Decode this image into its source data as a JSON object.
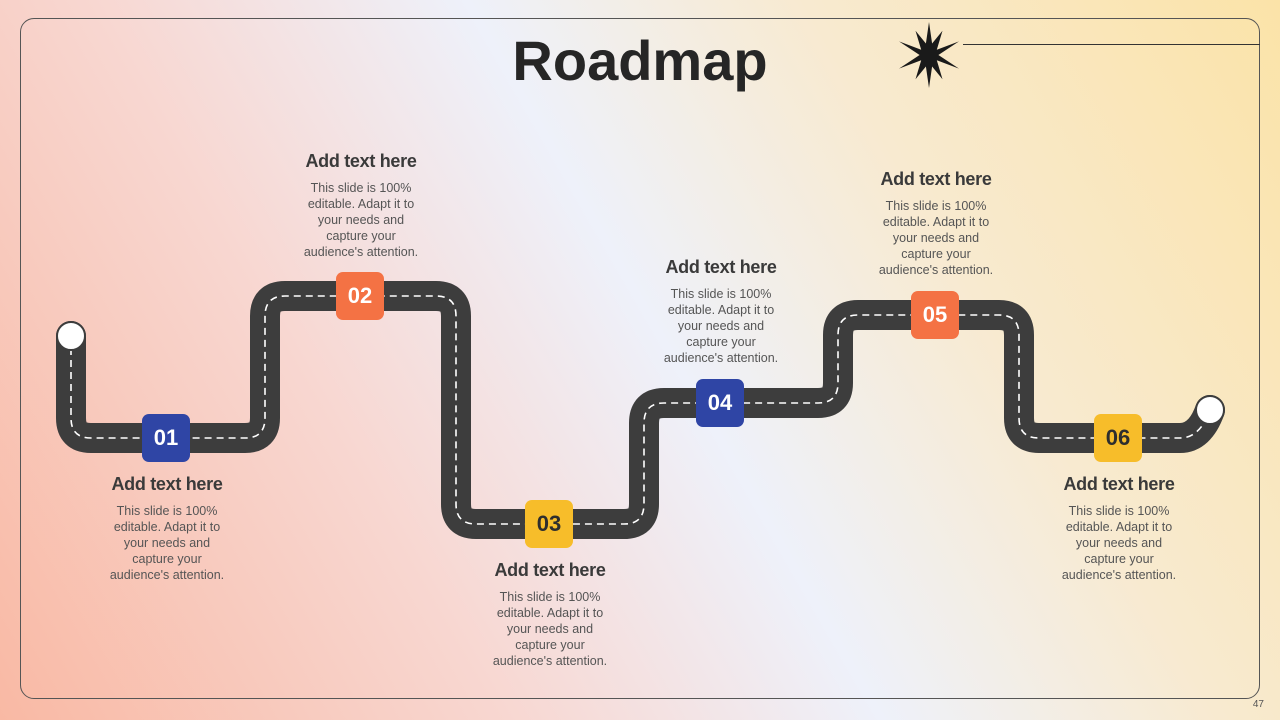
{
  "title": "Roadmap",
  "page_number": "47",
  "colors": {
    "blue": "#2f45a5",
    "orange": "#f47244",
    "yellow": "#f7bd2a",
    "road": "#3d3d3d"
  },
  "milestones": [
    {
      "number": "01",
      "heading": "Add text here",
      "text": "This slide is 100% editable. Adapt it to your needs and capture your audience's attention."
    },
    {
      "number": "02",
      "heading": "Add text here",
      "text": "This slide is 100% editable. Adapt it to your needs and capture your audience's attention."
    },
    {
      "number": "03",
      "heading": "Add text here",
      "text": "This slide is 100% editable. Adapt it to your needs and capture your audience's attention."
    },
    {
      "number": "04",
      "heading": "Add text here",
      "text": "This slide is 100% editable. Adapt it to your needs and capture your audience's attention."
    },
    {
      "number": "05",
      "heading": "Add text here",
      "text": "This slide is 100% editable. Adapt it to your needs and capture your audience's attention."
    },
    {
      "number": "06",
      "heading": "Add text here",
      "text": "This slide is 100% editable. Adapt it to your needs and capture your audience's attention."
    }
  ]
}
